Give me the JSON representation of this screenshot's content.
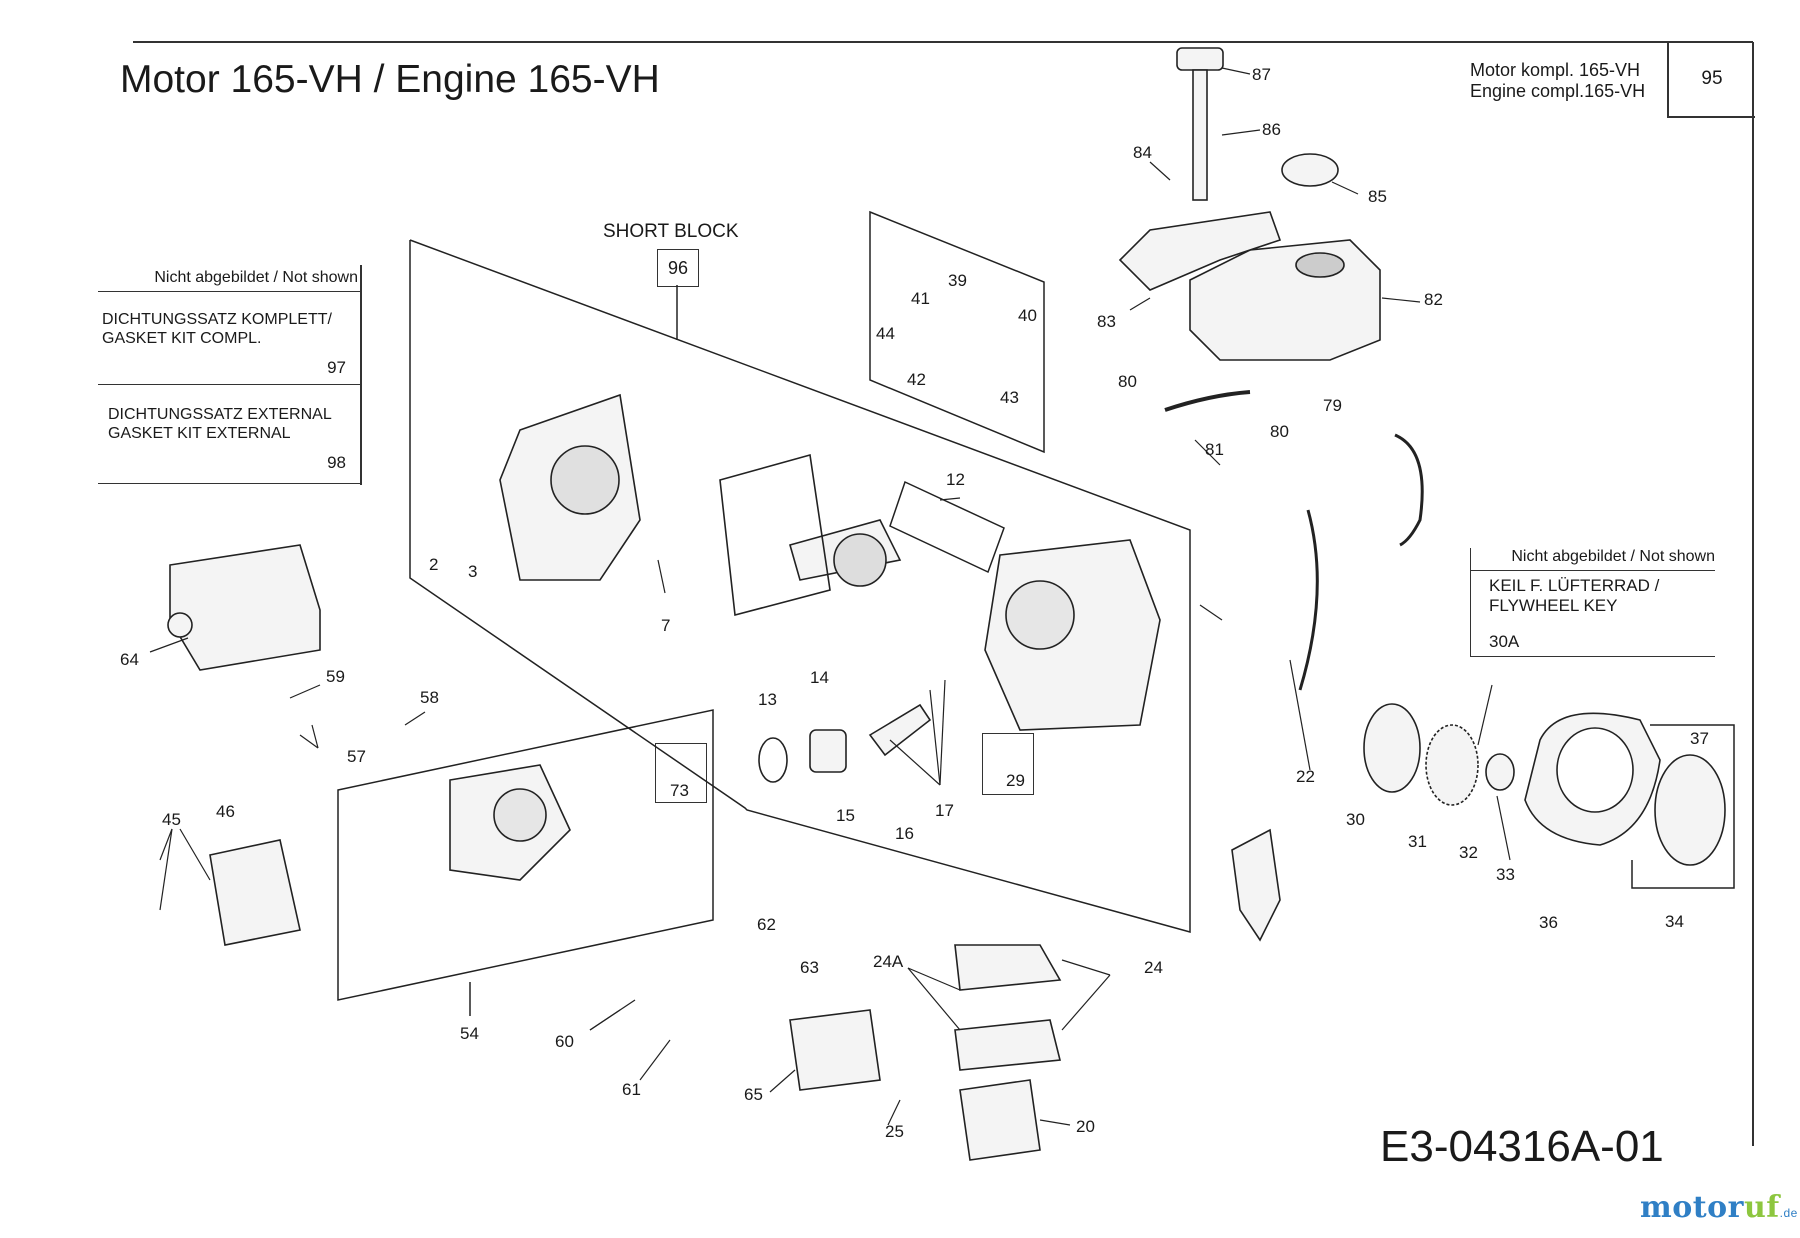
{
  "title": "Motor  165-VH / Engine  165-VH",
  "assembly_caption": {
    "line1": "Motor kompl. 165-VH",
    "line2": "Engine compl.165-VH"
  },
  "page_number": "95",
  "diagram_id": "E3-04316A-01",
  "brand": {
    "name_main": "motor",
    "name_accent": "uf",
    "suffix": ".de"
  },
  "short_block": {
    "label": "SHORT BLOCK",
    "ref": "96"
  },
  "not_shown_left": {
    "header": "Nicht abgebildet / Not shown",
    "items": [
      {
        "line1": "DICHTUNGSSATZ KOMPLETT/",
        "line2": "GASKET KIT COMPL.",
        "ref": "97"
      },
      {
        "line1": "DICHTUNGSSATZ EXTERNAL",
        "line2": "GASKET KIT EXTERNAL",
        "ref": "98"
      }
    ]
  },
  "not_shown_right": {
    "header": "Nicht abgebildet / Not shown",
    "line1": "KEIL F. LÜFTERRAD /",
    "line2": "FLYWHEEL KEY",
    "ref": "30A"
  },
  "box_refs": {
    "box73": "73",
    "box29": "29"
  },
  "callouts": [
    "87",
    "86",
    "84",
    "85",
    "83",
    "82",
    "80",
    "79",
    "80",
    "81",
    "39",
    "41",
    "40",
    "44",
    "42",
    "43",
    "12",
    "2",
    "3",
    "7",
    "64",
    "59",
    "58",
    "57",
    "13",
    "14",
    "15",
    "16",
    "17",
    "45",
    "46",
    "22",
    "30",
    "31",
    "32",
    "33",
    "36",
    "37",
    "34",
    "62",
    "63",
    "24A",
    "24",
    "60",
    "54",
    "61",
    "65",
    "25",
    "20"
  ],
  "colors": {
    "ink": "#1a1a1a",
    "brand_blue": "#2f7fc5",
    "brand_green": "#8dc63f"
  }
}
